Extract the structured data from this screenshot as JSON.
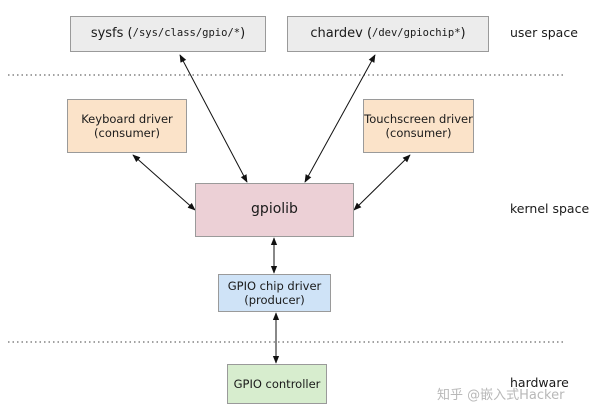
{
  "diagram": {
    "nodes": {
      "sysfs": {
        "name": "sysfs",
        "paren_open": "(",
        "path": "/sys/class/gpio/*",
        "paren_close": ")"
      },
      "chardev": {
        "name": "chardev",
        "paren_open": "(",
        "path": "/dev/gpiochip*",
        "paren_close": ")"
      },
      "keyboard": {
        "line1": "Keyboard driver",
        "line2": "(consumer)"
      },
      "touchscreen": {
        "line1": "Touchscreen driver",
        "line2": "(consumer)"
      },
      "gpiolib": {
        "label": "gpiolib"
      },
      "chip_driver": {
        "line1": "GPIO chip driver",
        "line2": "(producer)"
      },
      "controller": {
        "label": "GPIO controller"
      }
    },
    "layers": {
      "user_space": "user space",
      "kernel_space": "kernel space",
      "hardware": "hardware"
    },
    "edges": [
      {
        "from": "sysfs",
        "to": "gpiolib",
        "arrows": "both"
      },
      {
        "from": "chardev",
        "to": "gpiolib",
        "arrows": "both"
      },
      {
        "from": "keyboard",
        "to": "gpiolib",
        "arrows": "both"
      },
      {
        "from": "touchscreen",
        "to": "gpiolib",
        "arrows": "both"
      },
      {
        "from": "gpiolib",
        "to": "chip_driver",
        "arrows": "both"
      },
      {
        "from": "chip_driver",
        "to": "controller",
        "arrows": "both"
      }
    ],
    "watermark": "知乎 @嵌入式Hacker"
  }
}
